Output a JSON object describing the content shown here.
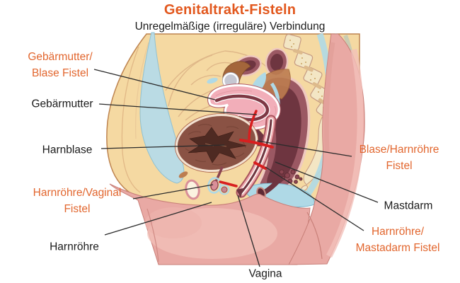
{
  "header": {
    "title": "Genitaltrakt-Fisteln",
    "subtitle": "Unregelmäßige (irreguläre) Verbindung"
  },
  "labels": {
    "uterus_bladder_fistula": {
      "line1": "Gebärmutter/",
      "line2": "Blase Fistel"
    },
    "uterus": {
      "text": "Gebärmutter"
    },
    "bladder": {
      "text": "Harnblase"
    },
    "urethra_vaginal_fistula": {
      "line1": "Harnröhre/Vaginal",
      "line2": "Fistel"
    },
    "urethra": {
      "text": "Harnröhre"
    },
    "vagina": {
      "text": "Vagina"
    },
    "bladder_urethra_fistula": {
      "line1": "Blase/Harnröhre",
      "line2": "Fistel"
    },
    "rectum": {
      "text": "Mastdarm"
    },
    "urethra_rectum_fistula": {
      "line1": "Harnröhre/",
      "line2": "Mastadarm Fistel"
    }
  },
  "colors": {
    "title_orange": "#E2581E",
    "label_orange": "#E2662E",
    "label_black": "#1B1B1B",
    "fistula_red": "#D81F1F",
    "skin_beige": "#F5D9A2",
    "skin_pink": "#E9A9A4"
  }
}
